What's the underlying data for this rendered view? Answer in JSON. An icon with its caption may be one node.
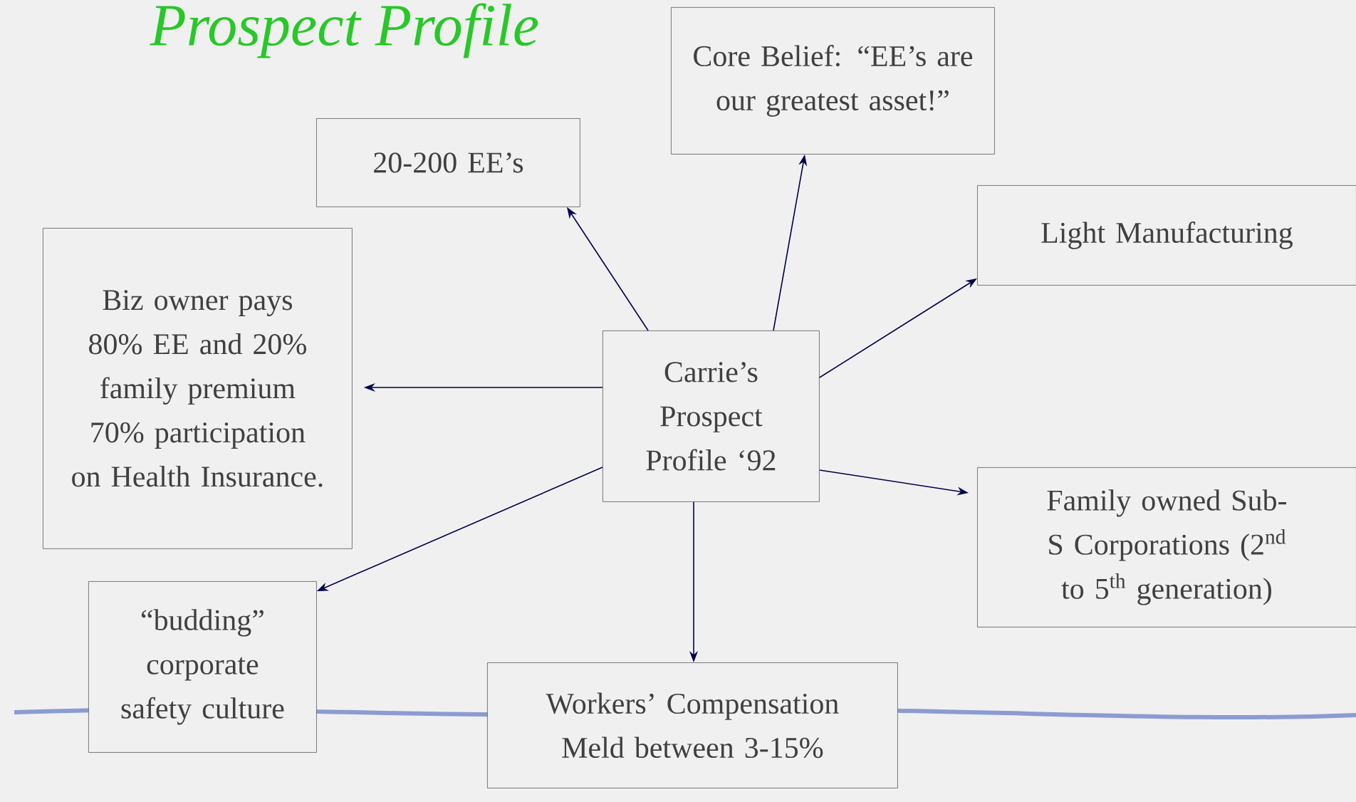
{
  "diagram": {
    "title": "Prospect Profile",
    "nodes": [
      {
        "text": [
          "Carrie’s Prospect Profile ‘92"
        ]
      },
      {
        "text": [
          "20-200 EE’s"
        ]
      },
      {
        "text": [
          "Core Belief:  “EE’s are our greatest asset!”"
        ]
      },
      {
        "text": [
          "Light Manufacturing"
        ]
      },
      {
        "text": [
          "Biz owner pays 80% EE and 20% family premium 70% participation on Health Insurance."
        ]
      },
      {
        "text": [
          "Family owned Sub-S Corporations (2$^{nd}$ to 5$^{th}$ generation)"
        ]
      },
      {
        "text": [
          "“budding” corporate safety culture"
        ]
      },
      {
        "text": [
          "Workers’ Compensation Meld between 3-15%"
        ]
      }
    ],
    "edges": [
      {
        "from": 0,
        "to": 1,
        "arrow": "to"
      },
      {
        "from": 0,
        "to": 2,
        "arrow": "to"
      },
      {
        "from": 0,
        "to": 3,
        "arrow": "to"
      },
      {
        "from": 0,
        "to": 4,
        "arrow": "to"
      },
      {
        "from": 0,
        "to": 5,
        "arrow": "to"
      },
      {
        "from": 0,
        "to": 6,
        "arrow": "to"
      },
      {
        "from": 0,
        "to": 7,
        "arrow": "to"
      }
    ]
  }
}
